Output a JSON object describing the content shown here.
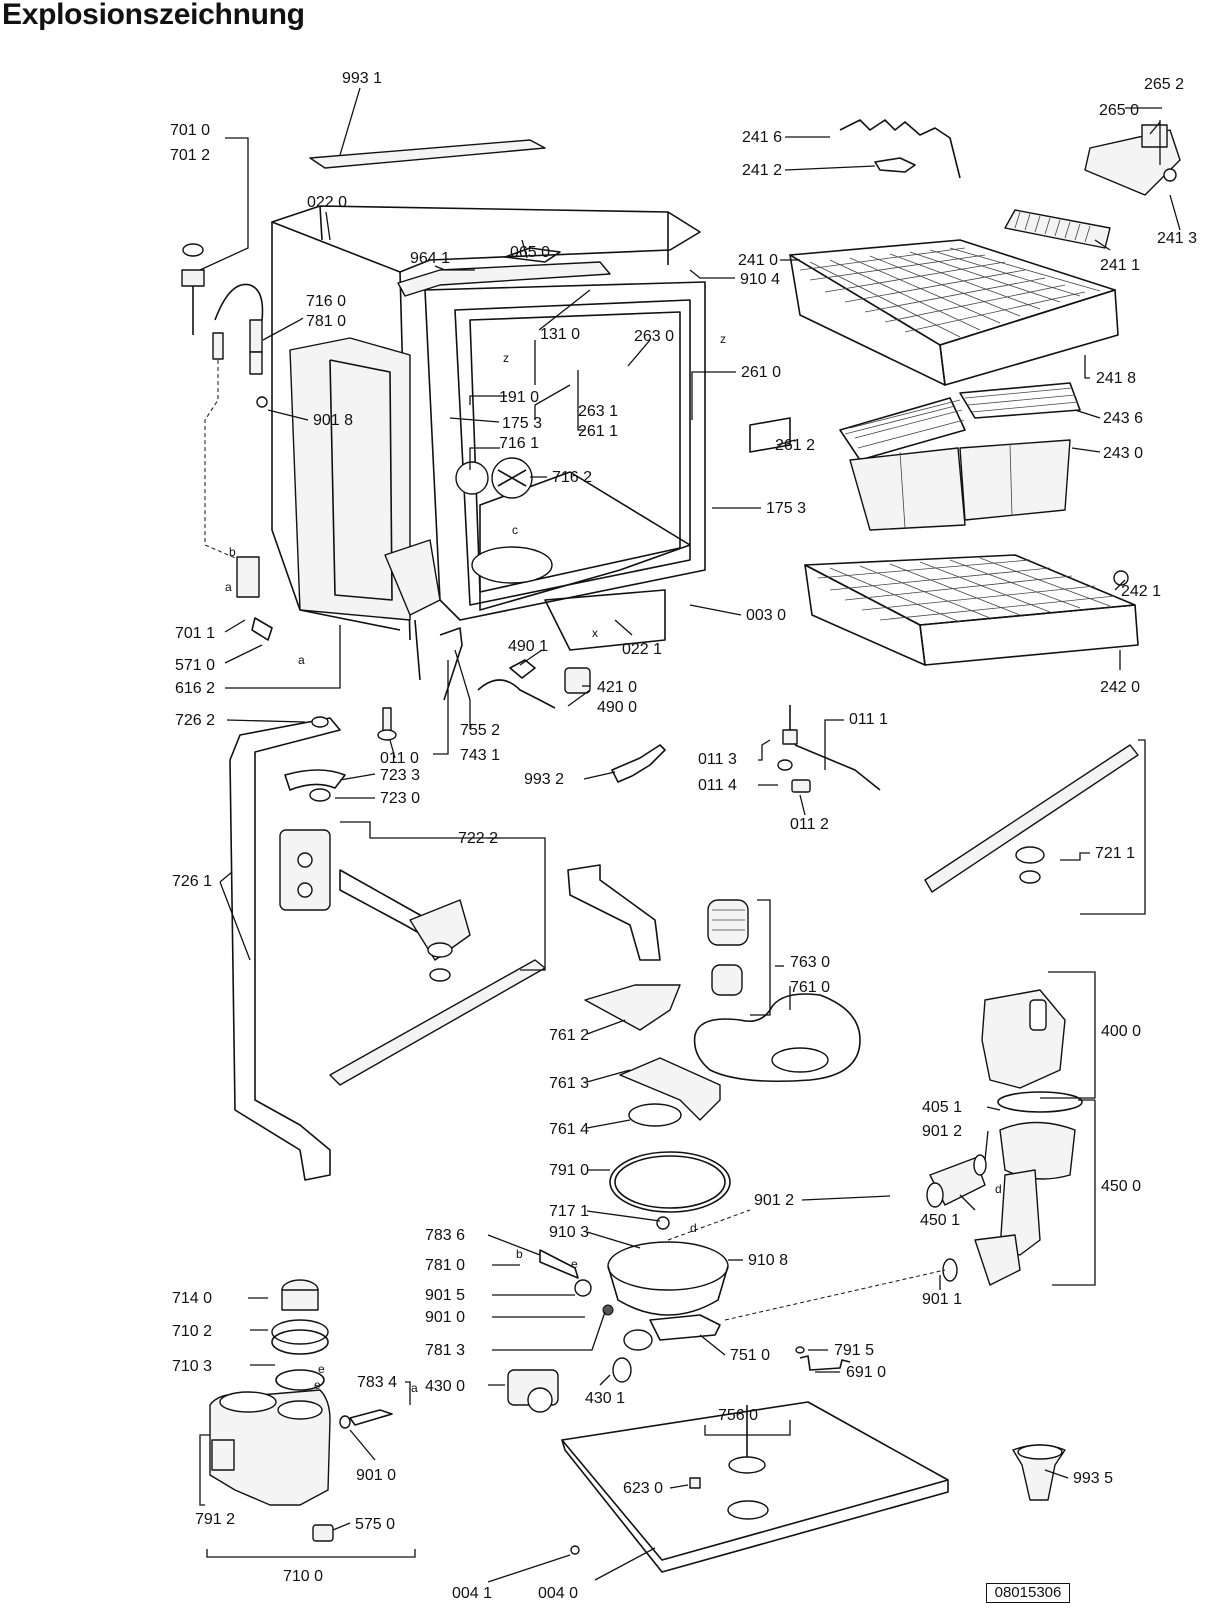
{
  "title": "Explosionszeichnung",
  "document_number": "08015306",
  "callouts": [
    "993 1",
    "701 0",
    "701 2",
    "022 0",
    "964 1",
    "065 0",
    "910 4",
    "716 0",
    "781 0",
    "131 0",
    "263 0",
    "261 0",
    "901 8",
    "191 0",
    "175 3",
    "263 1",
    "261 1",
    "716 1",
    "716 2",
    "175 3",
    "701 1",
    "571 0",
    "616 2",
    "003 0",
    "022 1",
    "490 1",
    "421 0",
    "490 0",
    "755 2",
    "743 1",
    "726 2",
    "011 0",
    "723 3",
    "723 0",
    "993 2",
    "011 1",
    "011 3",
    "011 4",
    "011 2",
    "722 2",
    "726 1",
    "265 2",
    "265 0",
    "241 6",
    "241 2",
    "241 3",
    "241 1",
    "241 0",
    "241 8",
    "261 2",
    "243 6",
    "243 0",
    "242 1",
    "242 0",
    "721 1",
    "763 0",
    "761 0",
    "761 2",
    "761 3",
    "761 4",
    "400 0",
    "405 1",
    "901 2",
    "450 0",
    "791 0",
    "717 1",
    "910 3",
    "783 6",
    "910 8",
    "901 2",
    "450 1",
    "781 0",
    "901 5",
    "901 0",
    "781 3",
    "901 1",
    "751 0",
    "791 5",
    "691 0",
    "714 0",
    "710 2",
    "710 3",
    "783 4",
    "430 0",
    "430 1",
    "756 0",
    "901 0",
    "791 2",
    "575 0",
    "993 5",
    "623 0",
    "710 0",
    "004 1",
    "004 0"
  ],
  "letter_marks": [
    "z",
    "z",
    "b",
    "a",
    "a",
    "c",
    "x",
    "d",
    "d",
    "b",
    "e",
    "e",
    "a",
    "e"
  ]
}
